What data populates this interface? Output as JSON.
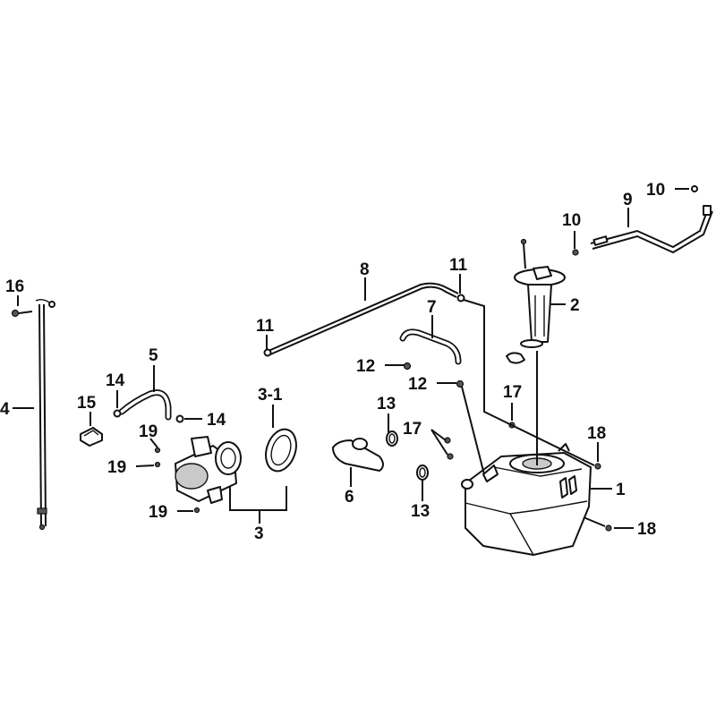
{
  "callouts": [
    {
      "id": "c1",
      "text": "1"
    },
    {
      "id": "c2",
      "text": "2"
    },
    {
      "id": "c3",
      "text": "3"
    },
    {
      "id": "c3_1",
      "text": "3-1"
    },
    {
      "id": "c4",
      "text": "4"
    },
    {
      "id": "c5",
      "text": "5"
    },
    {
      "id": "c6",
      "text": "6"
    },
    {
      "id": "c7",
      "text": "7"
    },
    {
      "id": "c8",
      "text": "8"
    },
    {
      "id": "c9",
      "text": "9"
    },
    {
      "id": "c10a",
      "text": "10"
    },
    {
      "id": "c10b",
      "text": "10"
    },
    {
      "id": "c11a",
      "text": "11"
    },
    {
      "id": "c11b",
      "text": "11"
    },
    {
      "id": "c12a",
      "text": "12"
    },
    {
      "id": "c12b",
      "text": "12"
    },
    {
      "id": "c13a",
      "text": "13"
    },
    {
      "id": "c13b",
      "text": "13"
    },
    {
      "id": "c14a",
      "text": "14"
    },
    {
      "id": "c14b",
      "text": "14"
    },
    {
      "id": "c15",
      "text": "15"
    },
    {
      "id": "c16",
      "text": "16"
    },
    {
      "id": "c17a",
      "text": "17"
    },
    {
      "id": "c17b",
      "text": "17"
    },
    {
      "id": "c18a",
      "text": "18"
    },
    {
      "id": "c18b",
      "text": "18"
    },
    {
      "id": "c19a",
      "text": "19"
    },
    {
      "id": "c19b",
      "text": "19"
    },
    {
      "id": "c19c",
      "text": "19"
    }
  ]
}
